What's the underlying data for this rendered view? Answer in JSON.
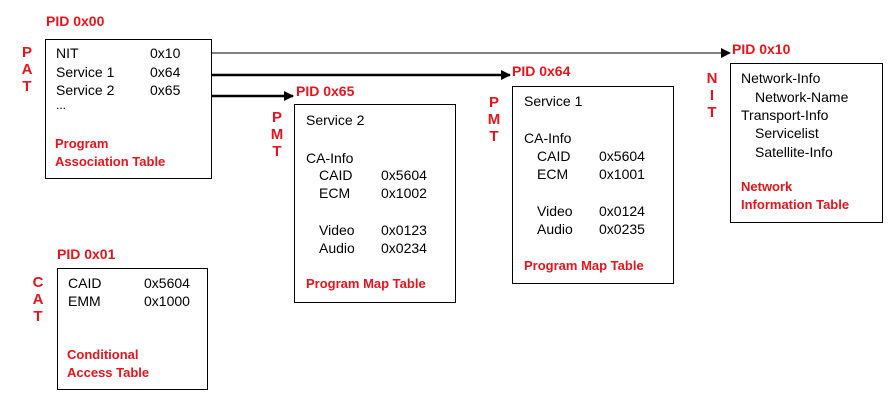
{
  "pat": {
    "pid": "PID 0x00",
    "label_letters": [
      "P",
      "A",
      "T"
    ],
    "rows": [
      {
        "name": "NIT",
        "value": "0x10"
      },
      {
        "name": "Service 1",
        "value": "0x64"
      },
      {
        "name": "Service 2",
        "value": "0x65"
      }
    ],
    "ellipsis": "...",
    "caption_line1": "Program",
    "caption_line2": "Association Table"
  },
  "cat": {
    "pid": "PID 0x01",
    "label_letters": [
      "C",
      "A",
      "T"
    ],
    "rows": [
      {
        "name": "CAID",
        "value": "0x5604"
      },
      {
        "name": "EMM",
        "value": "0x1000"
      }
    ],
    "caption_line1": "Conditional",
    "caption_line2": "Access Table"
  },
  "pmt2": {
    "pid": "PID 0x65",
    "label_letters": [
      "P",
      "M",
      "T"
    ],
    "service": "Service 2",
    "ca_info": "CA-Info",
    "rows": [
      {
        "name": "CAID",
        "value": "0x5604"
      },
      {
        "name": "ECM",
        "value": "0x1002"
      },
      {
        "name": "Video",
        "value": "0x0123"
      },
      {
        "name": "Audio",
        "value": "0x0234"
      }
    ],
    "caption": "Program Map Table"
  },
  "pmt1": {
    "pid": "PID 0x64",
    "label_letters": [
      "P",
      "M",
      "T"
    ],
    "service": "Service 1",
    "ca_info": "CA-Info",
    "rows": [
      {
        "name": "CAID",
        "value": "0x5604"
      },
      {
        "name": "ECM",
        "value": "0x1001"
      },
      {
        "name": "Video",
        "value": "0x0124"
      },
      {
        "name": "Audio",
        "value": "0x0235"
      }
    ],
    "caption": "Program Map Table"
  },
  "nit": {
    "pid": "PID 0x10",
    "label_letters": [
      "N",
      "I",
      "T"
    ],
    "lines": [
      "Network-Info",
      "Network-Name",
      "Transport-Info",
      "Servicelist",
      "Satellite-Info"
    ],
    "caption_line1": "Network",
    "caption_line2": "Information Table"
  },
  "colors": {
    "accent": "#e8141c",
    "line": "#000000"
  }
}
